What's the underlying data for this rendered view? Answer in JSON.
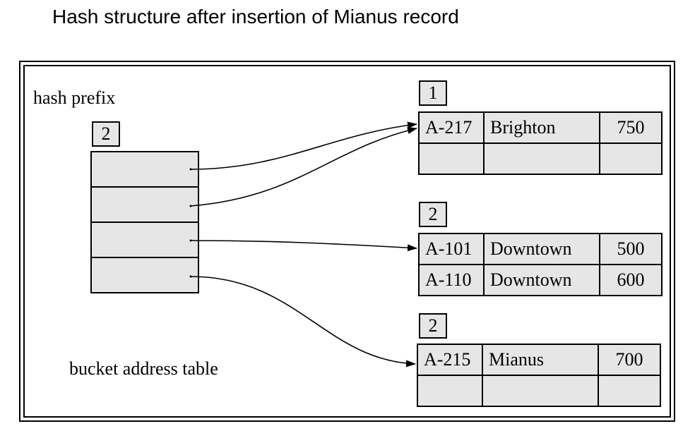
{
  "title": "Hash structure after insertion of Mianus record",
  "hash_prefix_label": "hash prefix",
  "global_depth": "2",
  "bucket_address_table_label": "bucket address table",
  "buckets": [
    {
      "local_depth": "1",
      "rows": [
        [
          "A-217",
          "Brighton",
          "750"
        ],
        [
          "",
          "",
          ""
        ]
      ]
    },
    {
      "local_depth": "2",
      "rows": [
        [
          "A-101",
          "Downtown",
          "500"
        ],
        [
          "A-110",
          "Downtown",
          "600"
        ]
      ]
    },
    {
      "local_depth": "2",
      "rows": [
        [
          "A-215",
          "Mianus",
          "700"
        ],
        [
          "",
          "",
          ""
        ]
      ]
    }
  ]
}
